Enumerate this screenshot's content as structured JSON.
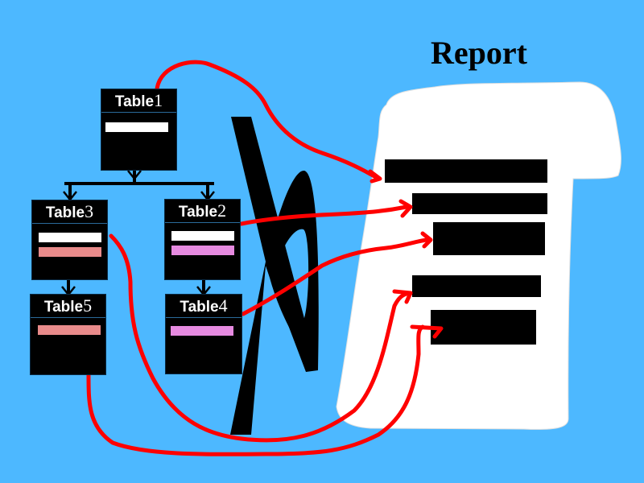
{
  "report": {
    "title": "Report"
  },
  "tables": [
    {
      "id": "table1",
      "name": "Table",
      "num": "1",
      "fields": [
        {
          "color": "#ffffff"
        }
      ]
    },
    {
      "id": "table2",
      "name": "Table",
      "num": "2",
      "fields": [
        {
          "color": "#ffffff"
        },
        {
          "color": "#e68ae0"
        }
      ]
    },
    {
      "id": "table3",
      "name": "Table",
      "num": "3",
      "fields": [
        {
          "color": "#ffffff"
        },
        {
          "color": "#e88a8a"
        }
      ]
    },
    {
      "id": "table4",
      "name": "Table",
      "num": "4",
      "fields": [
        {
          "color": "#e68ae0"
        }
      ]
    },
    {
      "id": "table5",
      "name": "Table",
      "num": "5",
      "fields": [
        {
          "color": "#e88a8a"
        }
      ]
    }
  ],
  "colors": {
    "background": "#4db8ff",
    "arrow": "#ff0000",
    "report_page": "#ffffff",
    "table_fill": "#000000"
  },
  "links": [
    {
      "from": "table1",
      "to": "report-line-1"
    },
    {
      "from": "table2",
      "to": "report-line-2"
    },
    {
      "from": "table4",
      "to": "report-line-3"
    },
    {
      "from": "table3",
      "to": "report-line-4"
    },
    {
      "from": "table5",
      "to": "report-line-5"
    }
  ]
}
